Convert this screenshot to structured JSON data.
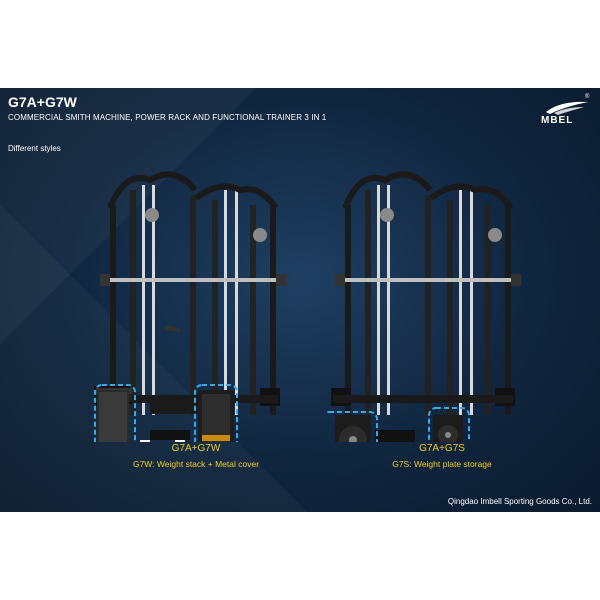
{
  "header": {
    "title": "G7A+G7W",
    "subtitle": "COMMERCIAL SMITH MACHINE, POWER RACK AND FUNCTIONAL TRAINER 3 IN 1",
    "logo_text": "MBEL",
    "registered_mark": "®"
  },
  "section_label": "Different styles",
  "styles": [
    {
      "name": "G7A+G7W",
      "description": "G7W: Weight stack + Metal cover"
    },
    {
      "name": "G7A+G7S",
      "description": "G7S: Weight plate storage"
    }
  ],
  "footer": {
    "company": "Qingdao Imbell Sporting Goods Co., Ltd."
  },
  "colors": {
    "background": "#10263f",
    "caption": "#f3cc1c",
    "highlight": "#37a9e6",
    "text": "#ffffff"
  }
}
